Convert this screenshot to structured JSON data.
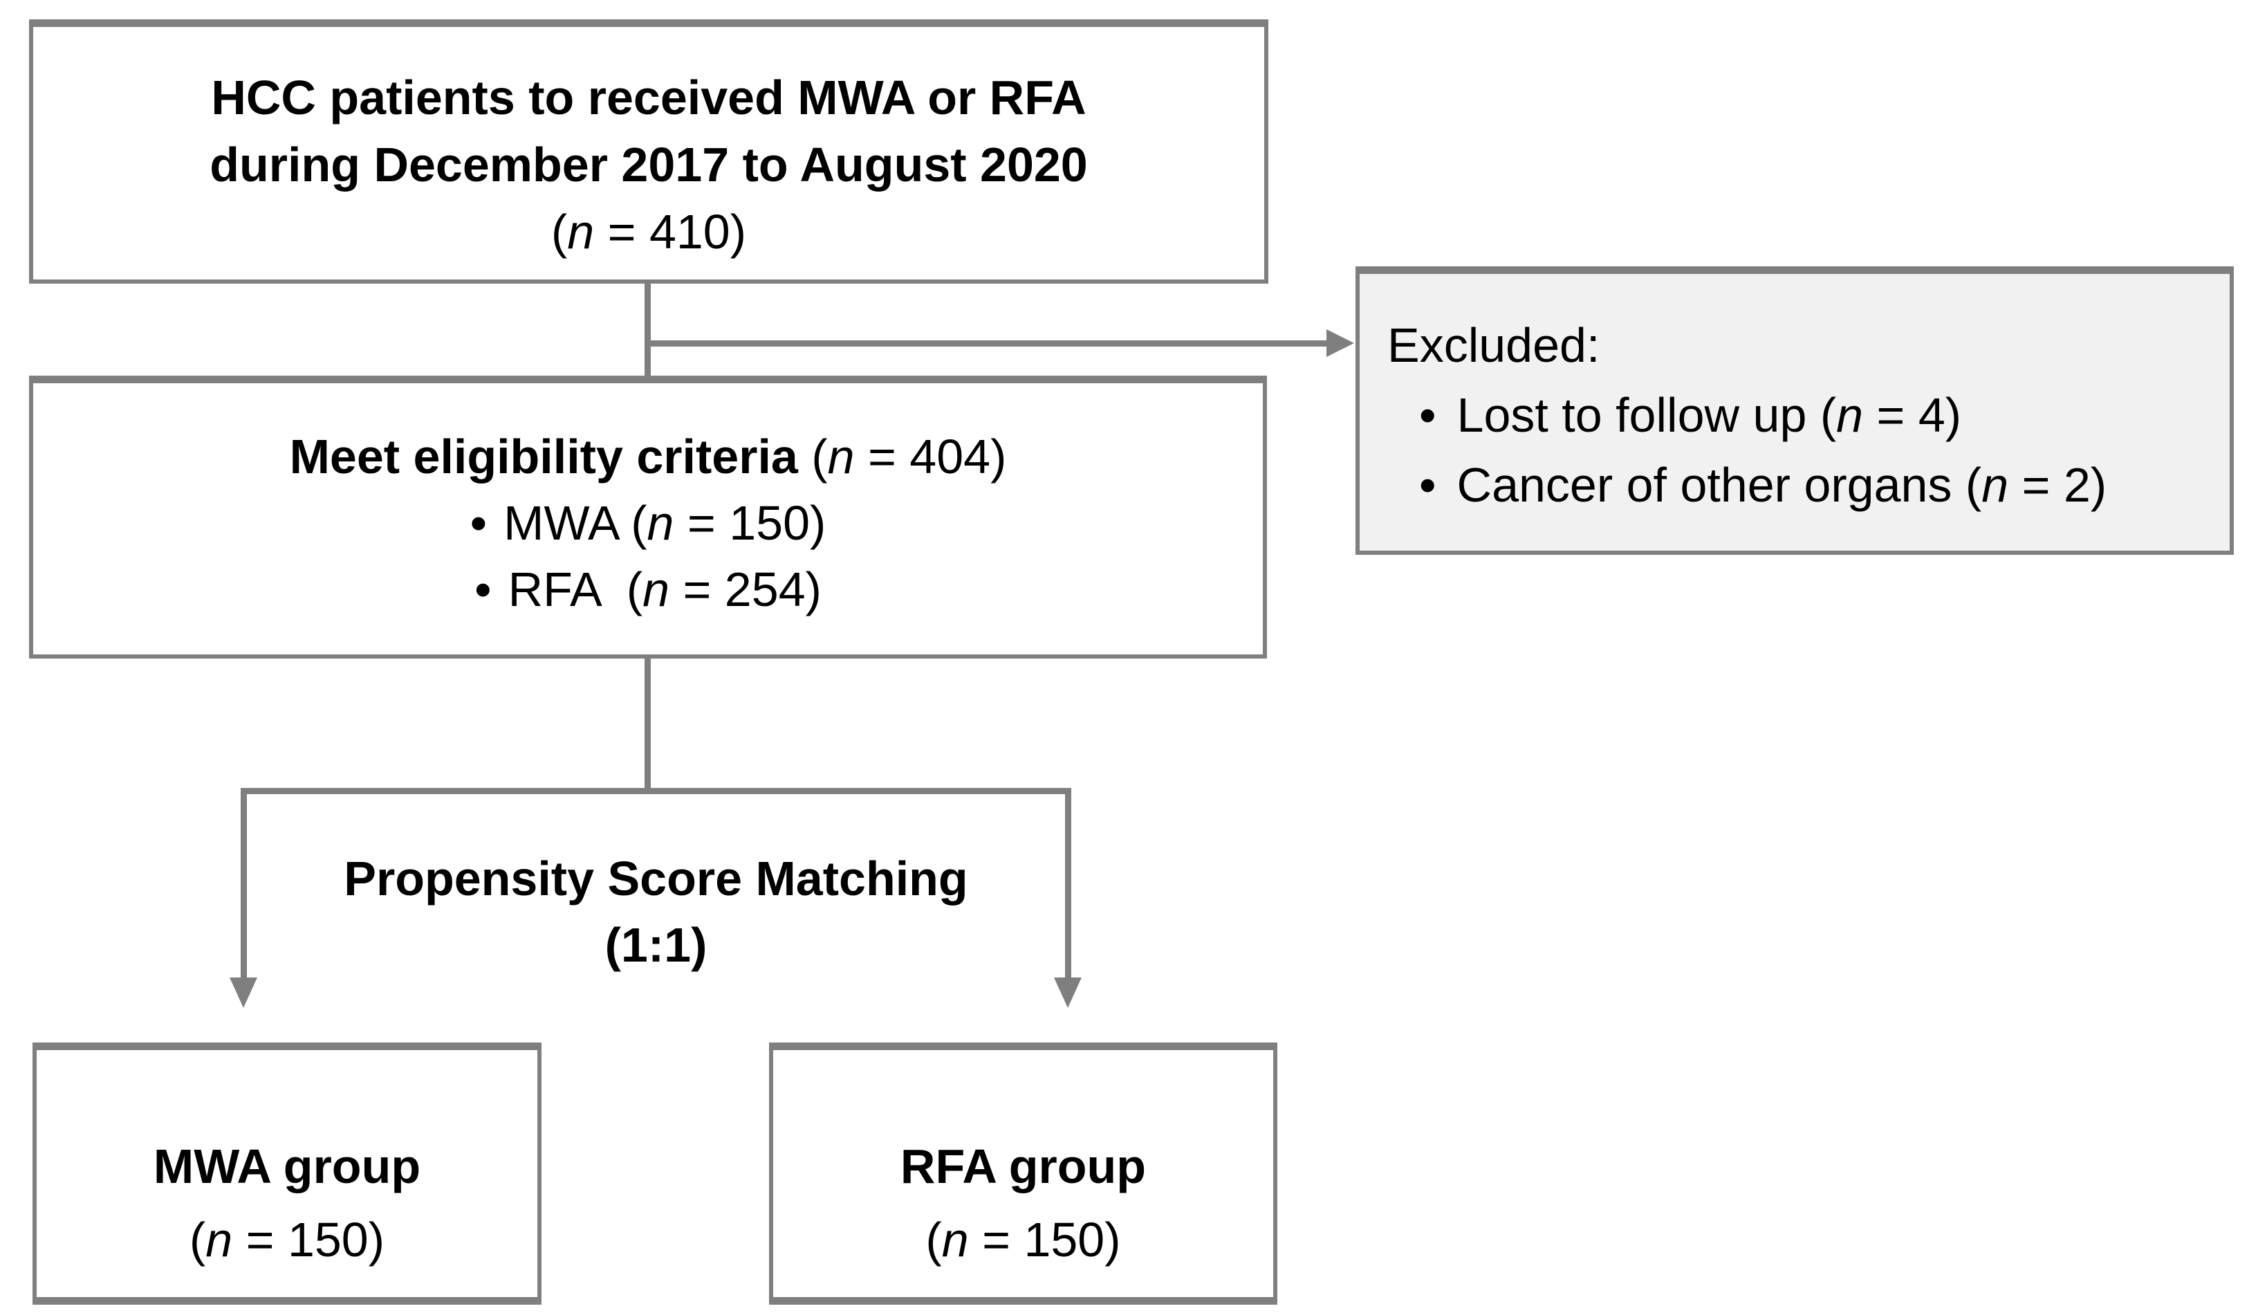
{
  "figure": {
    "background": "#ffffff",
    "line_color": "#7f7f7f",
    "box_border_color": "#7f7f7f",
    "excluded_fill": "#f1f1f1",
    "text_color": "#000000"
  },
  "top_box": {
    "line1": "HCC patients to received MWA or RFA",
    "line2": "during December 2017 to August 2020",
    "count_pre": "(",
    "count_var": "n",
    "count_post": " = 410)"
  },
  "excluded_box": {
    "title": "Excluded:",
    "items": [
      {
        "bullet": "•",
        "pre": "Lost to follow up (",
        "var": "n",
        "post": " = 4)"
      },
      {
        "bullet": "•",
        "pre": "Cancer of other organs (",
        "var": "n",
        "post": " = 2)"
      }
    ]
  },
  "eligibility_box": {
    "title_bold": "Meet eligibility criteria",
    "title_pre": " (",
    "title_var": "n",
    "title_post": " = 404)",
    "items": [
      {
        "bullet": "•",
        "pre": "MWA (",
        "var": "n",
        "post": " = 150)"
      },
      {
        "bullet": "•",
        "pre": "RFA  (",
        "var": "n",
        "post": " = 254)"
      }
    ]
  },
  "matching_label": {
    "line1": "Propensity Score Matching",
    "line2": "(1:1)"
  },
  "mwa_box": {
    "title": "MWA group",
    "count_pre": "(",
    "count_var": "n",
    "count_post": " = 150)"
  },
  "rfa_box": {
    "title": "RFA group",
    "count_pre": "(",
    "count_var": "n",
    "count_post": " = 150)"
  }
}
